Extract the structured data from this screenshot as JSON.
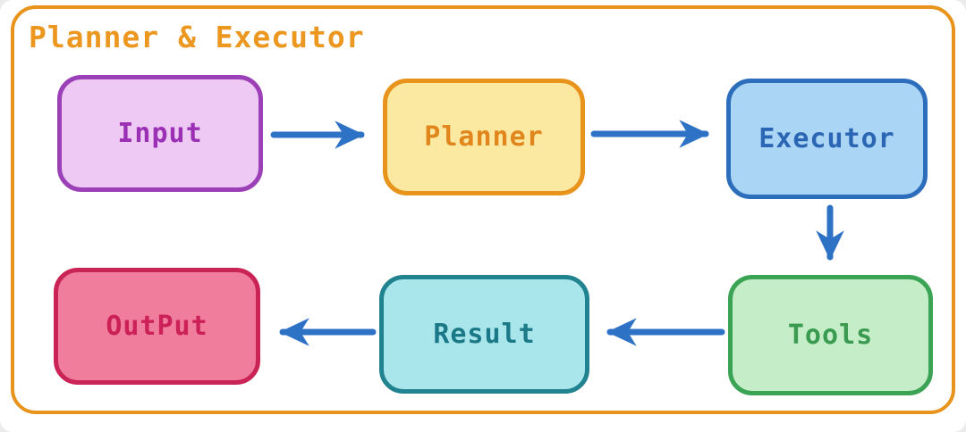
{
  "diagram": {
    "title": "Planner & Executor",
    "title_color": "#EC9720",
    "frame_color": "#E8941C",
    "background_color": "#FFFFFF",
    "arrow_color": "#2E72C6",
    "nodes": [
      {
        "id": "input",
        "label": "Input",
        "fill": "#EDC9F4",
        "border": "#9C40B8",
        "text_color": "#9B30B4"
      },
      {
        "id": "planner",
        "label": "Planner",
        "fill": "#FBE9A2",
        "border": "#E8941C",
        "text_color": "#E0861C"
      },
      {
        "id": "executor",
        "label": "Executor",
        "fill": "#ABD5F4",
        "border": "#2C6DBC",
        "text_color": "#2B66B4"
      },
      {
        "id": "tools",
        "label": "Tools",
        "fill": "#C5EDC7",
        "border": "#3AA354",
        "text_color": "#3A9B50"
      },
      {
        "id": "result",
        "label": "Result",
        "fill": "#A9E6EC",
        "border": "#218390",
        "text_color": "#1B7987"
      },
      {
        "id": "output",
        "label": "OutPut",
        "fill": "#F17D9D",
        "border": "#C92455",
        "text_color": "#CB2158"
      }
    ],
    "edges": [
      {
        "from": "input",
        "to": "planner",
        "direction": "right"
      },
      {
        "from": "planner",
        "to": "executor",
        "direction": "right"
      },
      {
        "from": "executor",
        "to": "tools",
        "direction": "down"
      },
      {
        "from": "tools",
        "to": "result",
        "direction": "left"
      },
      {
        "from": "result",
        "to": "output",
        "direction": "left"
      }
    ]
  }
}
